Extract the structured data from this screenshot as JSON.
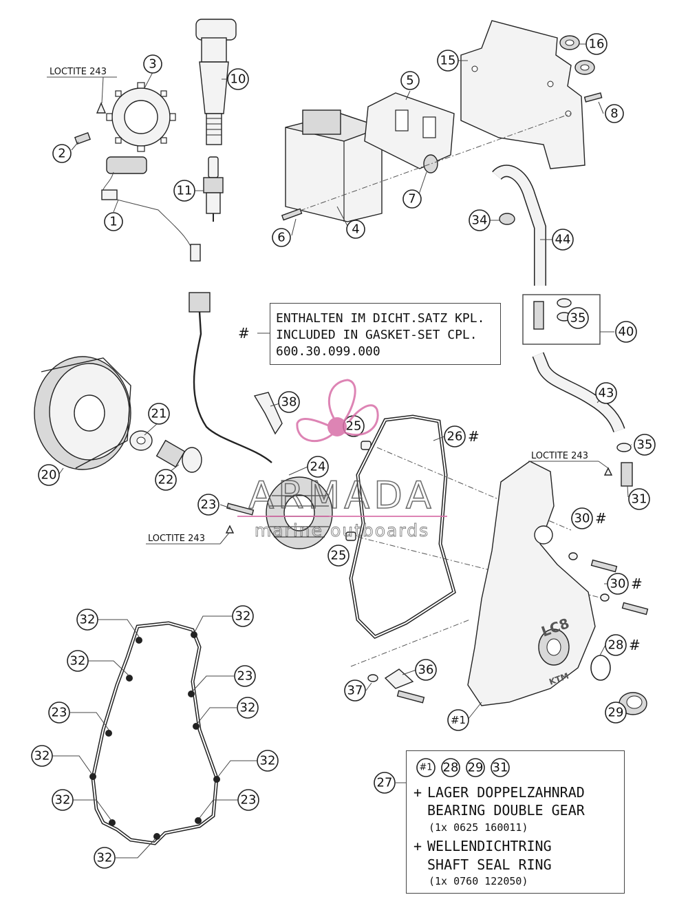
{
  "callouts": {
    "c1": "1",
    "c2": "2",
    "c3": "3",
    "c4": "4",
    "c5": "5",
    "c6": "6",
    "c7": "7",
    "c8": "8",
    "c10": "10",
    "c11": "11",
    "c15": "15",
    "c16": "16",
    "c20": "20",
    "c21": "21",
    "c22": "22",
    "c23a": "23",
    "c24": "24",
    "c25a": "25",
    "c25b": "25",
    "c26": "26",
    "c28": "28",
    "c29": "29",
    "c30a": "30",
    "c30b": "30",
    "c31": "31",
    "c34": "34",
    "c35a": "35",
    "c35b": "35",
    "c36": "36",
    "c37": "37",
    "c38": "38",
    "c40": "40",
    "c43": "43",
    "c44": "44",
    "c1h": "#1",
    "c27": "27",
    "g32a": "32",
    "g32b": "32",
    "g32c": "32",
    "g32d": "32",
    "g32e": "32",
    "g32f": "32",
    "g32g": "32",
    "g32h": "32",
    "g23a": "23",
    "g23b": "23",
    "g23c": "23"
  },
  "hash_marks": {
    "h26": "#",
    "h30a": "#",
    "h30b": "#",
    "h28": "#",
    "note_hash": "#"
  },
  "loctite": {
    "top": "LOCTITE 243",
    "right": "LOCTITE 243",
    "left": "LOCTITE 243"
  },
  "gasket_note": {
    "line1": "ENTHALTEN IM DICHT.SATZ KPL.",
    "line2": "INCLUDED IN GASKET-SET CPL.",
    "line3": "600.30.099.000"
  },
  "kit_box": {
    "refs": [
      "#1",
      "28",
      "29",
      "31"
    ],
    "item1_de": "LAGER DOPPELZAHNRAD",
    "item1_en": "BEARING DOUBLE GEAR",
    "item1_qty": "(1x 0625 160011)",
    "item2_de": "WELLENDICHTRING",
    "item2_en": "SHAFT SEAL RING",
    "item2_qty": "(1x 0760 122050)",
    "plus": "+"
  },
  "cover_marks": {
    "lc8": "LC8",
    "ktm": "KTM"
  },
  "watermark": {
    "brand": "ARMADA",
    "tagline": "marine outboards",
    "color": "#d86fa8"
  }
}
